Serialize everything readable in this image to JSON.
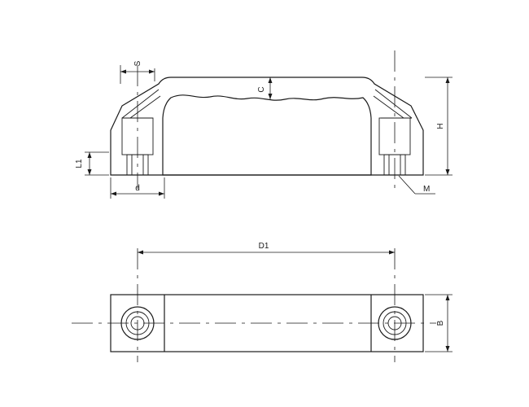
{
  "labels": {
    "s": "S",
    "c": "C",
    "h": "H",
    "l1": "L1",
    "d": "d",
    "m": "M",
    "d1": "D1",
    "b": "B"
  }
}
